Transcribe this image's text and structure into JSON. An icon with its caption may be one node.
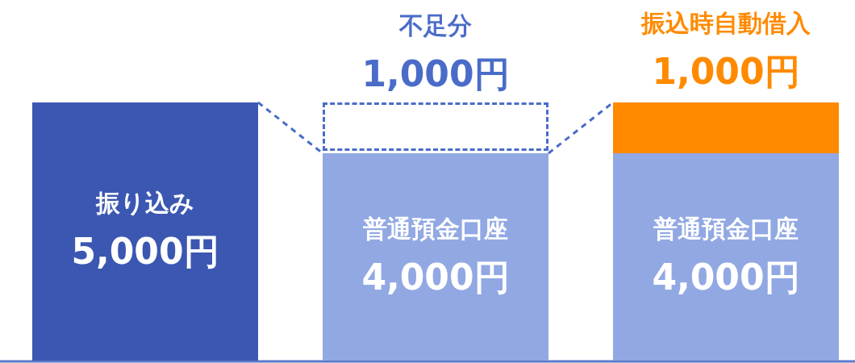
{
  "diagram": {
    "nodes": [
      {
        "text": [
          "振り込み",
          "5,000円"
        ]
      },
      {
        "text": [
          "不足分",
          "1,000円"
        ]
      },
      {
        "text": [
          "普通預金口座",
          "4,000円"
        ]
      },
      {
        "text": [
          "振込時自動借入",
          "1,000円"
        ]
      },
      {
        "text": [
          "普通預金口座",
          "4,000円"
        ]
      }
    ],
    "edges": [
      {
        "from": 0,
        "to": 2,
        "arrow": "none",
        "style": "dashed"
      },
      {
        "from": 2,
        "to": 3,
        "arrow": "none",
        "style": "dashed"
      }
    ]
  }
}
